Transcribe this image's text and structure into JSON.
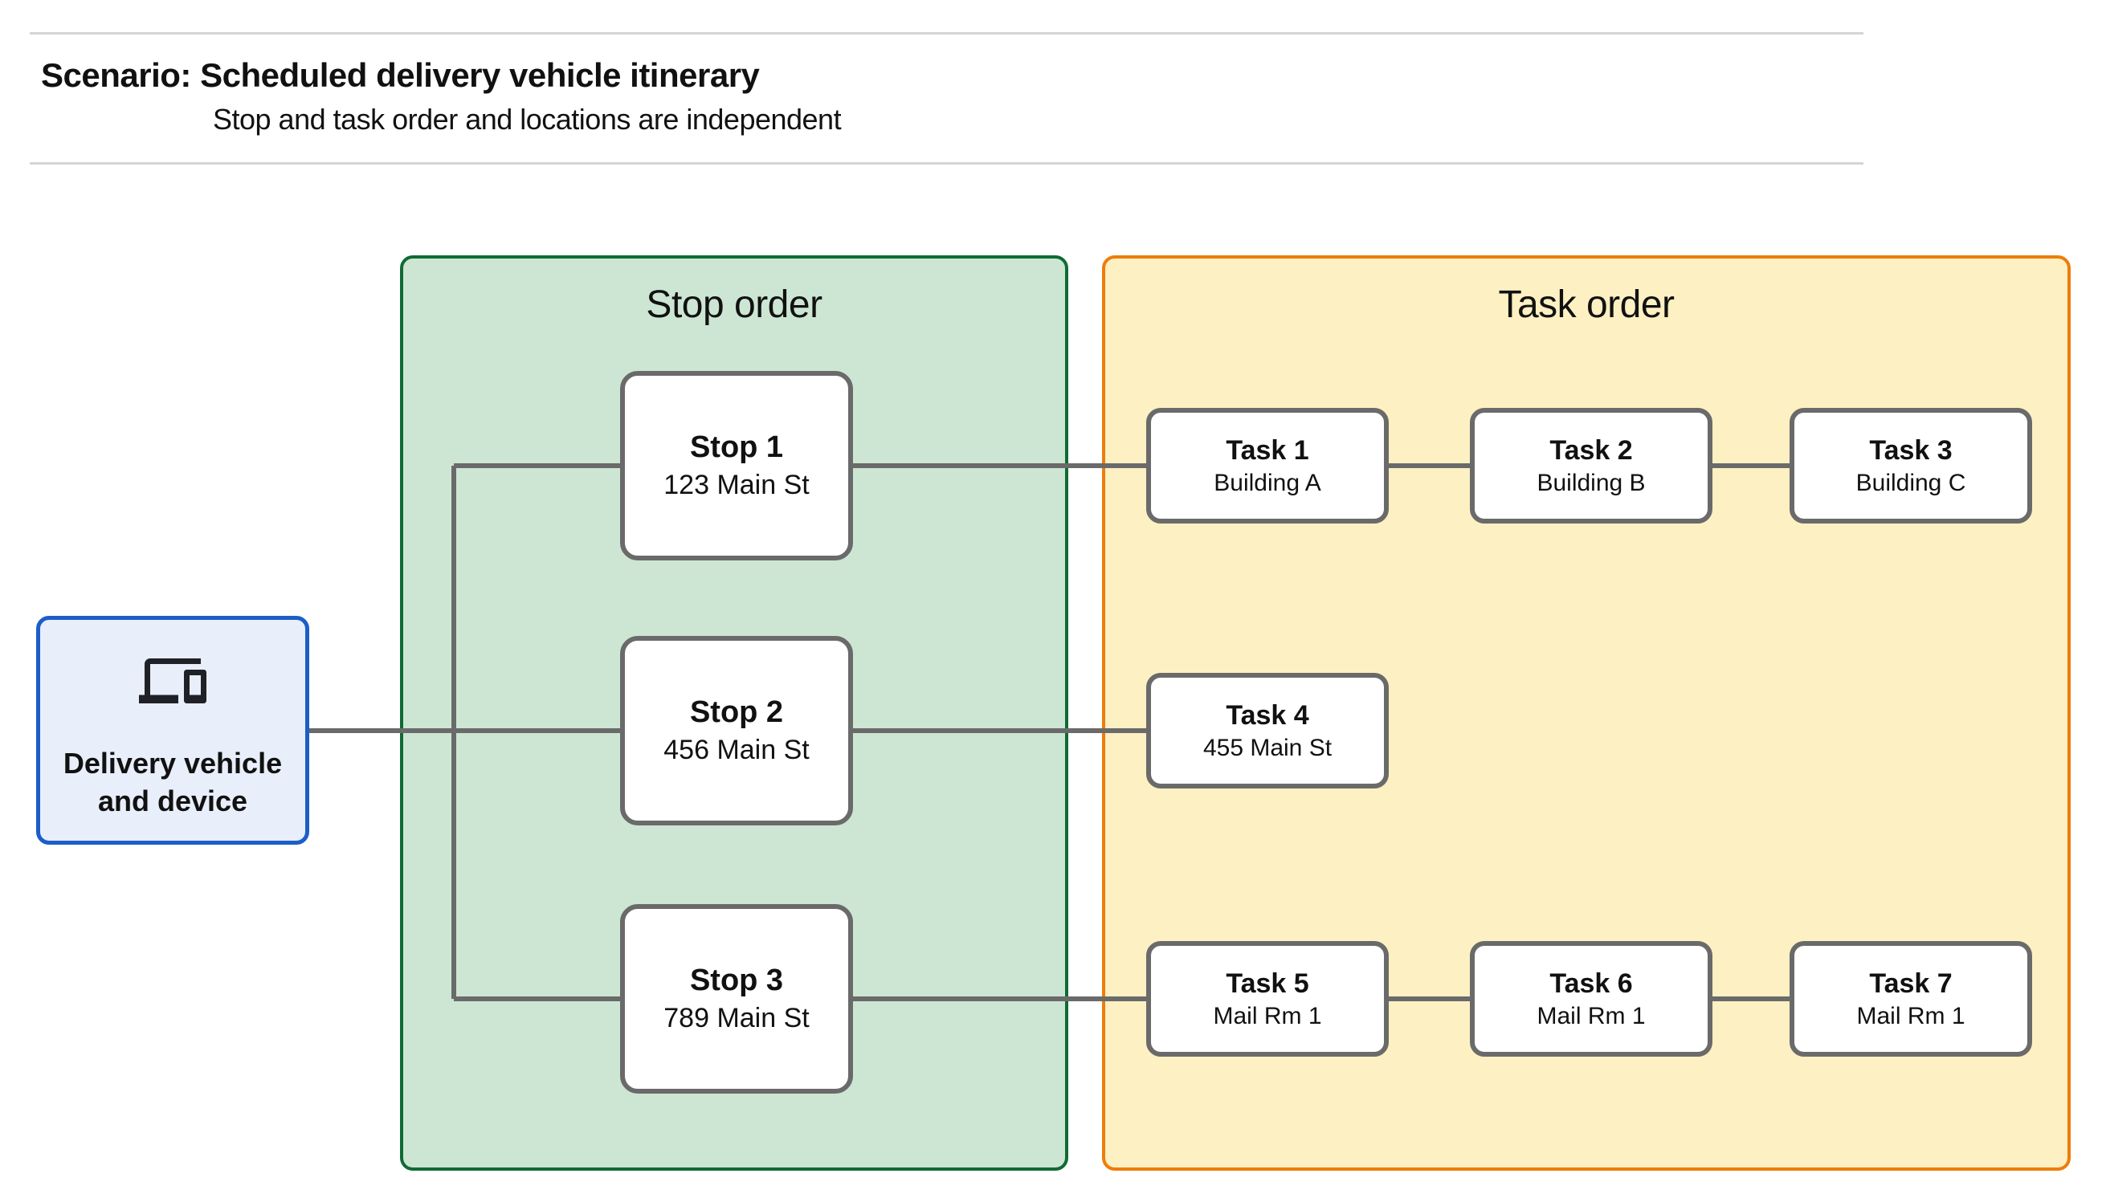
{
  "colors": {
    "accent-blue": "#1b5ec8",
    "blue-fill": "#e8eefa",
    "green-border": "#0f6b33",
    "green-fill": "#cde6d4",
    "orange-border": "#ed7d0a",
    "yellow-fill": "#fdf0c2",
    "box-border": "#6a6a6a",
    "connector": "#6a6a6a",
    "text": "#111111",
    "rule": "#d4d4d4"
  },
  "header": {
    "title": "Scenario: Scheduled delivery vehicle itinerary",
    "subtitle": "Stop and task order and locations are independent"
  },
  "vehicle": {
    "icon": "devices-icon",
    "label_lines": [
      "Delivery vehicle",
      "and device"
    ]
  },
  "stop_panel": {
    "title": "Stop order",
    "stops": [
      {
        "name": "Stop 1",
        "location": "123 Main St"
      },
      {
        "name": "Stop 2",
        "location": "456 Main St"
      },
      {
        "name": "Stop 3",
        "location": "789 Main St"
      }
    ]
  },
  "task_panel": {
    "title": "Task order",
    "tasks": [
      {
        "name": "Task 1",
        "location": "Building A"
      },
      {
        "name": "Task 2",
        "location": "Building B"
      },
      {
        "name": "Task 3",
        "location": "Building C"
      },
      {
        "name": "Task 4",
        "location": "455 Main St"
      },
      {
        "name": "Task 5",
        "location": "Mail Rm 1"
      },
      {
        "name": "Task 6",
        "location": "Mail Rm 1"
      },
      {
        "name": "Task 7",
        "location": "Mail Rm 1"
      }
    ]
  }
}
